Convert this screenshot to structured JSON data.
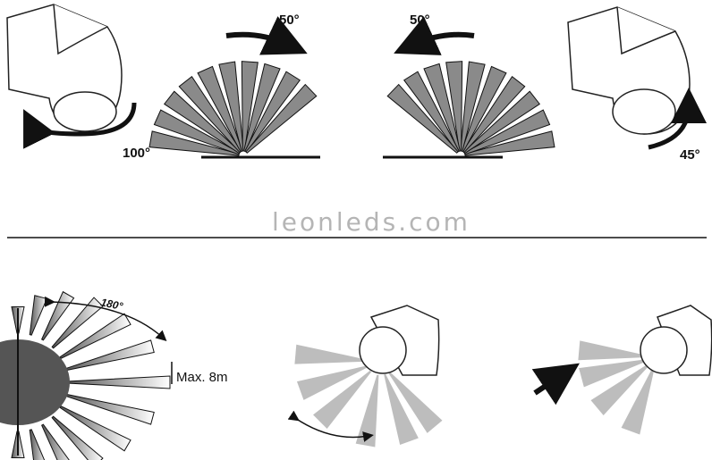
{
  "labels": {
    "rotate_horizontal": "100°",
    "fan_left_angle": "50°",
    "fan_right_angle": "50°",
    "rotate_vertical": "45°",
    "watermark": "leonleds.com",
    "coverage_angle": "180°",
    "max_range": "Max. 8m"
  },
  "colors": {
    "ray": "#8a8a8a",
    "watermark": "#b5b5b5",
    "light_ray": "#bdbdbd"
  }
}
